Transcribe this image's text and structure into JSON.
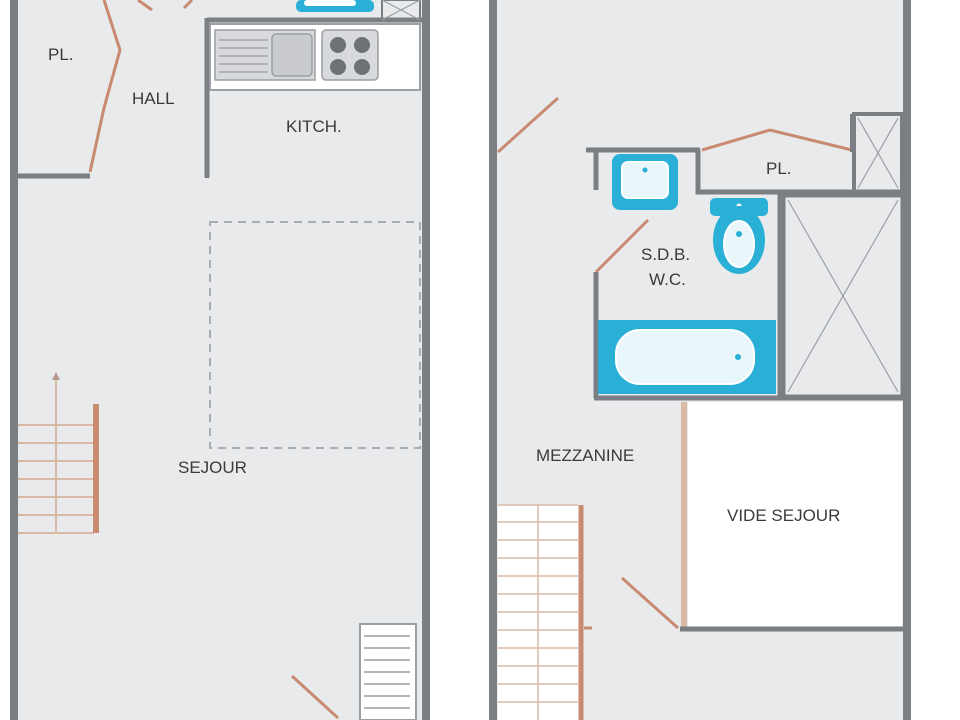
{
  "labels": {
    "ground_closet": "PL.",
    "hall": "HALL",
    "kitchen": "KITCH.",
    "living": "SEJOUR",
    "upper_closet": "PL.",
    "bathroom_line1": "S.D.B.",
    "bathroom_line2": "W.C.",
    "mezzanine": "MEZZANINE",
    "void_over_living": "VIDE SEJOUR"
  },
  "colors": {
    "wall": "#7b7e82",
    "floor": "#e9eaec",
    "door": "#c98a72",
    "fixture": "#2ab0d6",
    "stair": "#d9b8a6"
  }
}
